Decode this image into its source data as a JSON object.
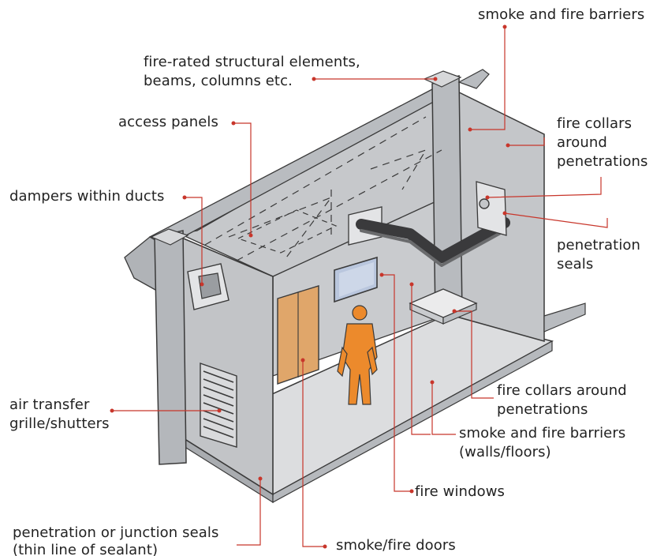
{
  "colors": {
    "leader": "#c8362b",
    "outline": "#3a3a3a",
    "wall": "#c4c6c9",
    "wall_dark": "#a9acb0",
    "floor": "#dcdddf",
    "door": "#e0a66a",
    "figure": "#ec8a2c",
    "window": "#b9c6dd",
    "cable": "#3a3a3c"
  },
  "labels": {
    "smoke_fire_barriers_top": "smoke and fire barriers",
    "structural_1": "fire-rated structural elements,",
    "structural_2": "beams, columns etc.",
    "access_panels": "access panels",
    "fire_collars_1": "fire collars",
    "fire_collars_2": "around",
    "fire_collars_3": "penetrations",
    "dampers": "dampers within ducts",
    "penetration_seals_1": "penetration",
    "penetration_seals_2": "seals",
    "collars_lower_1": "fire collars around",
    "collars_lower_2": "penetrations",
    "air_transfer_1": "air transfer",
    "air_transfer_2": "grille/shutters",
    "barriers_lower_1": "smoke and fire barriers",
    "barriers_lower_2": "(walls/floors)",
    "fire_windows": "fire windows",
    "junction_seals_1": "penetration or junction seals",
    "junction_seals_2": "(thin line of sealant)",
    "smoke_fire_doors": "smoke/fire doors"
  }
}
